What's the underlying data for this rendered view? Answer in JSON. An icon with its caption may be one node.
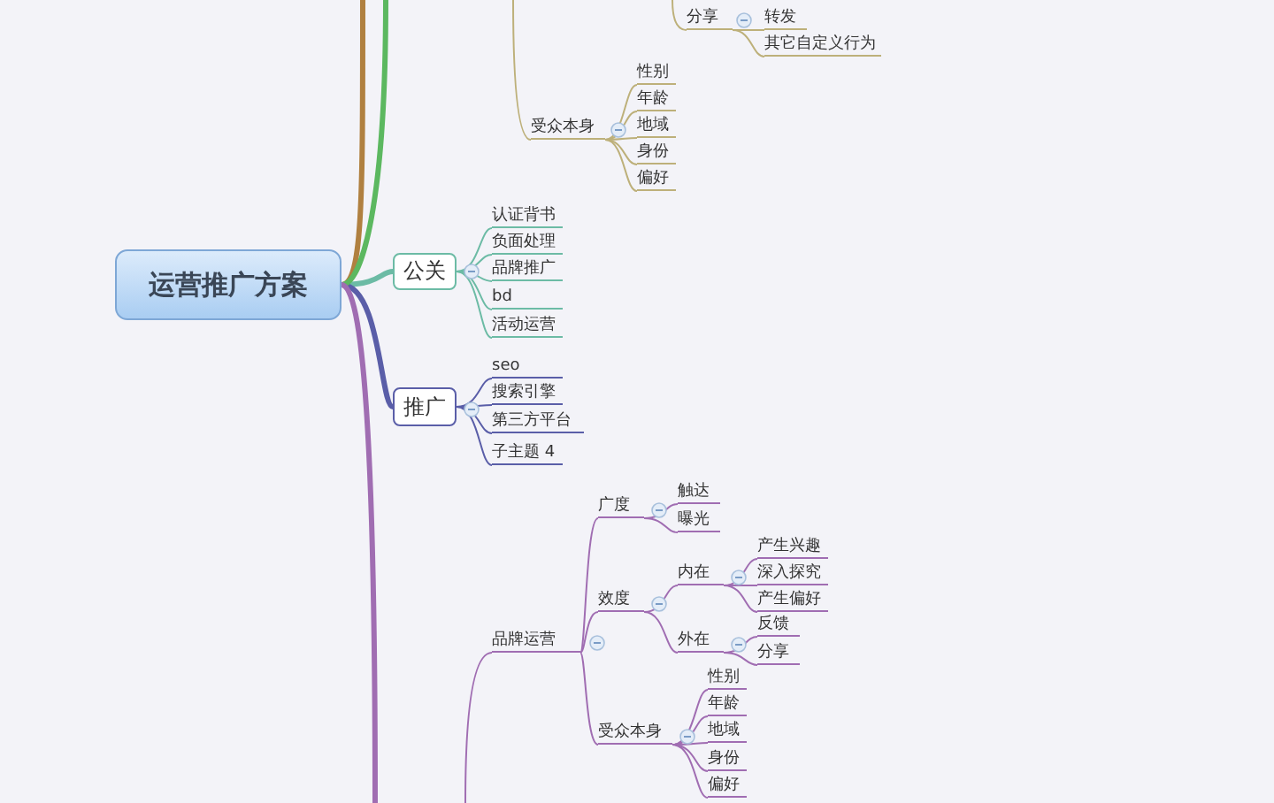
{
  "diagram": {
    "nodes": [
      {
        "text": [
          "运营推广方案"
        ]
      },
      {
        "text": [
          "分享"
        ]
      },
      {
        "text": [
          "转发"
        ]
      },
      {
        "text": [
          "其它自定义行为"
        ]
      },
      {
        "text": [
          "受众本身"
        ]
      },
      {
        "text": [
          "性别"
        ]
      },
      {
        "text": [
          "年龄"
        ]
      },
      {
        "text": [
          "地域"
        ]
      },
      {
        "text": [
          "身份"
        ]
      },
      {
        "text": [
          "偏好"
        ]
      },
      {
        "text": [
          "公关"
        ]
      },
      {
        "text": [
          "认证背书"
        ]
      },
      {
        "text": [
          "负面处理"
        ]
      },
      {
        "text": [
          "品牌推广"
        ]
      },
      {
        "text": [
          "bd"
        ]
      },
      {
        "text": [
          "活动运营"
        ]
      },
      {
        "text": [
          "推广"
        ]
      },
      {
        "text": [
          "seo"
        ]
      },
      {
        "text": [
          "搜索引擎"
        ]
      },
      {
        "text": [
          "第三方平台"
        ]
      },
      {
        "text": [
          "子主题 4"
        ]
      },
      {
        "text": [
          "品牌运营"
        ]
      },
      {
        "text": [
          "广度"
        ]
      },
      {
        "text": [
          "触达"
        ]
      },
      {
        "text": [
          "曝光"
        ]
      },
      {
        "text": [
          "效度"
        ]
      },
      {
        "text": [
          "内在"
        ]
      },
      {
        "text": [
          "产生兴趣"
        ]
      },
      {
        "text": [
          "深入探究"
        ]
      },
      {
        "text": [
          "产生偏好"
        ]
      },
      {
        "text": [
          "外在"
        ]
      },
      {
        "text": [
          "反馈"
        ]
      },
      {
        "text": [
          "分享"
        ]
      },
      {
        "text": [
          "受众本身"
        ]
      },
      {
        "text": [
          "性别"
        ]
      },
      {
        "text": [
          "年龄"
        ]
      },
      {
        "text": [
          "地域"
        ]
      },
      {
        "text": [
          "身份"
        ]
      },
      {
        "text": [
          "偏好"
        ]
      }
    ],
    "edges": [
      {
        "from": null,
        "to": 1,
        "arrow": "none",
        "color": "#bdb07a"
      },
      {
        "from": 1,
        "to": 2,
        "arrow": "none",
        "color": "#bdb07a"
      },
      {
        "from": 1,
        "to": 3,
        "arrow": "none",
        "color": "#bdb07a"
      },
      {
        "from": null,
        "to": 4,
        "arrow": "none",
        "color": "#bdb07a"
      },
      {
        "from": 4,
        "to": 5,
        "arrow": "none",
        "color": "#bdb07a"
      },
      {
        "from": 4,
        "to": 6,
        "arrow": "none",
        "color": "#bdb07a"
      },
      {
        "from": 4,
        "to": 7,
        "arrow": "none",
        "color": "#bdb07a"
      },
      {
        "from": 4,
        "to": 8,
        "arrow": "none",
        "color": "#bdb07a"
      },
      {
        "from": 4,
        "to": 9,
        "arrow": "none",
        "color": "#bdb07a"
      },
      {
        "from": 0,
        "to": 10,
        "arrow": "none",
        "style": "thick",
        "color": "#6cbba5"
      },
      {
        "from": 10,
        "to": 11,
        "arrow": "none",
        "color": "#6cbba5"
      },
      {
        "from": 10,
        "to": 12,
        "arrow": "none",
        "color": "#6cbba5"
      },
      {
        "from": 10,
        "to": 13,
        "arrow": "none",
        "color": "#6cbba5"
      },
      {
        "from": 10,
        "to": 14,
        "arrow": "none",
        "color": "#6cbba5"
      },
      {
        "from": 10,
        "to": 15,
        "arrow": "none",
        "color": "#6cbba5"
      },
      {
        "from": 0,
        "to": 16,
        "arrow": "none",
        "style": "thick",
        "color": "#5a5ea8"
      },
      {
        "from": 16,
        "to": 17,
        "arrow": "none",
        "color": "#5a5ea8"
      },
      {
        "from": 16,
        "to": 18,
        "arrow": "none",
        "color": "#5a5ea8"
      },
      {
        "from": 16,
        "to": 19,
        "arrow": "none",
        "color": "#5a5ea8"
      },
      {
        "from": 16,
        "to": 20,
        "arrow": "none",
        "color": "#5a5ea8"
      },
      {
        "from": null,
        "to": 21,
        "arrow": "none"
      },
      {
        "from": 21,
        "to": 22,
        "arrow": "none"
      },
      {
        "from": 22,
        "to": 23,
        "arrow": "none"
      },
      {
        "from": 22,
        "to": 24,
        "arrow": "none"
      },
      {
        "from": 21,
        "to": 25,
        "arrow": "none"
      },
      {
        "from": 25,
        "to": 26,
        "arrow": "none"
      },
      {
        "from": 26,
        "to": 27,
        "arrow": "none"
      },
      {
        "from": 26,
        "to": 28,
        "arrow": "none"
      },
      {
        "from": 26,
        "to": 29,
        "arrow": "none"
      },
      {
        "from": 25,
        "to": 30,
        "arrow": "none"
      },
      {
        "from": 30,
        "to": 31,
        "arrow": "none"
      },
      {
        "from": 30,
        "to": 32,
        "arrow": "none"
      },
      {
        "from": 21,
        "to": 33,
        "arrow": "none"
      },
      {
        "from": 33,
        "to": 34,
        "arrow": "none"
      },
      {
        "from": 33,
        "to": 35,
        "arrow": "none"
      },
      {
        "from": 33,
        "to": 36,
        "arrow": "none"
      },
      {
        "from": 33,
        "to": 37,
        "arrow": "none"
      },
      {
        "from": 33,
        "to": 38,
        "arrow": "none"
      },
      {
        "from": 0,
        "to": null,
        "arrow": "none",
        "style": "thick",
        "color": "#b08040"
      },
      {
        "from": 0,
        "to": null,
        "arrow": "none",
        "style": "thick",
        "color": "#5cb860"
      },
      {
        "from": 0,
        "to": null,
        "arrow": "none",
        "style": "thick"
      }
    ]
  }
}
